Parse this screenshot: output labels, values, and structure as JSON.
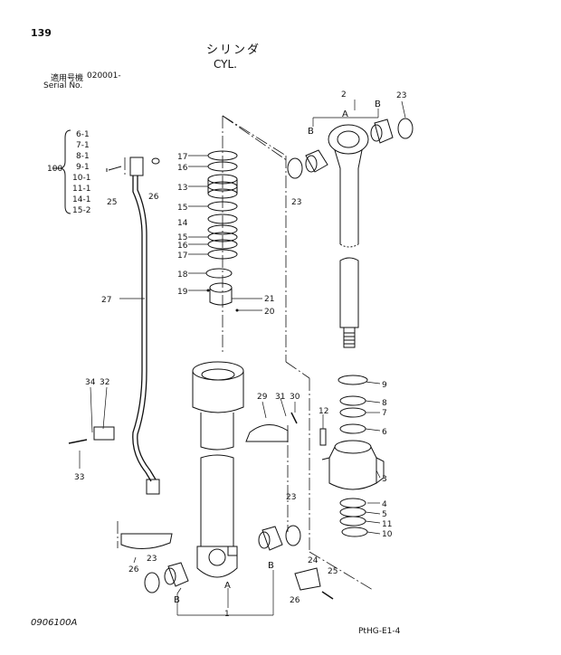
{
  "header": {
    "page_number": "139",
    "title_jp": "シリンダ",
    "title_en": "CYL.",
    "serial_label_jp": "適用号機",
    "serial_value": "020001-",
    "serial_label_en": "Serial No."
  },
  "footer": {
    "left_code": "0906100A",
    "right_code": "PtHG-E1-4"
  },
  "kit": {
    "number": "100",
    "items": [
      "6-1",
      "7-1",
      "8-1",
      "9-1",
      "10-1",
      "11-1",
      "14-1",
      "15-2"
    ]
  },
  "callouts": {
    "c1": "1",
    "c2": "2",
    "c3": "3",
    "c4": "4",
    "c5": "5",
    "c6": "6",
    "c7": "7",
    "c8": "8",
    "c9": "9",
    "c10": "10",
    "c11": "11",
    "c12": "12",
    "c13": "13",
    "c14": "14",
    "c15a": "15",
    "c15b": "15",
    "c16a": "16",
    "c16b": "16",
    "c17a": "17",
    "c17b": "17",
    "c18": "18",
    "c19": "19",
    "c20": "20",
    "c21": "21",
    "c23a": "23",
    "c23b": "23",
    "c23c": "23",
    "c23d": "23",
    "c24": "24",
    "c25a": "25",
    "c25b": "25",
    "c26a": "26",
    "c26b": "26",
    "c26c": "26",
    "c27": "27",
    "c29": "29",
    "c30": "30",
    "c31": "31",
    "c32": "32",
    "c33": "33",
    "c34": "34"
  },
  "letters": {
    "a_top": "A",
    "b_top_left": "B",
    "b_top_right": "B",
    "a_bottom": "A",
    "b_bottom_left": "B",
    "b_bottom_right": "B"
  }
}
